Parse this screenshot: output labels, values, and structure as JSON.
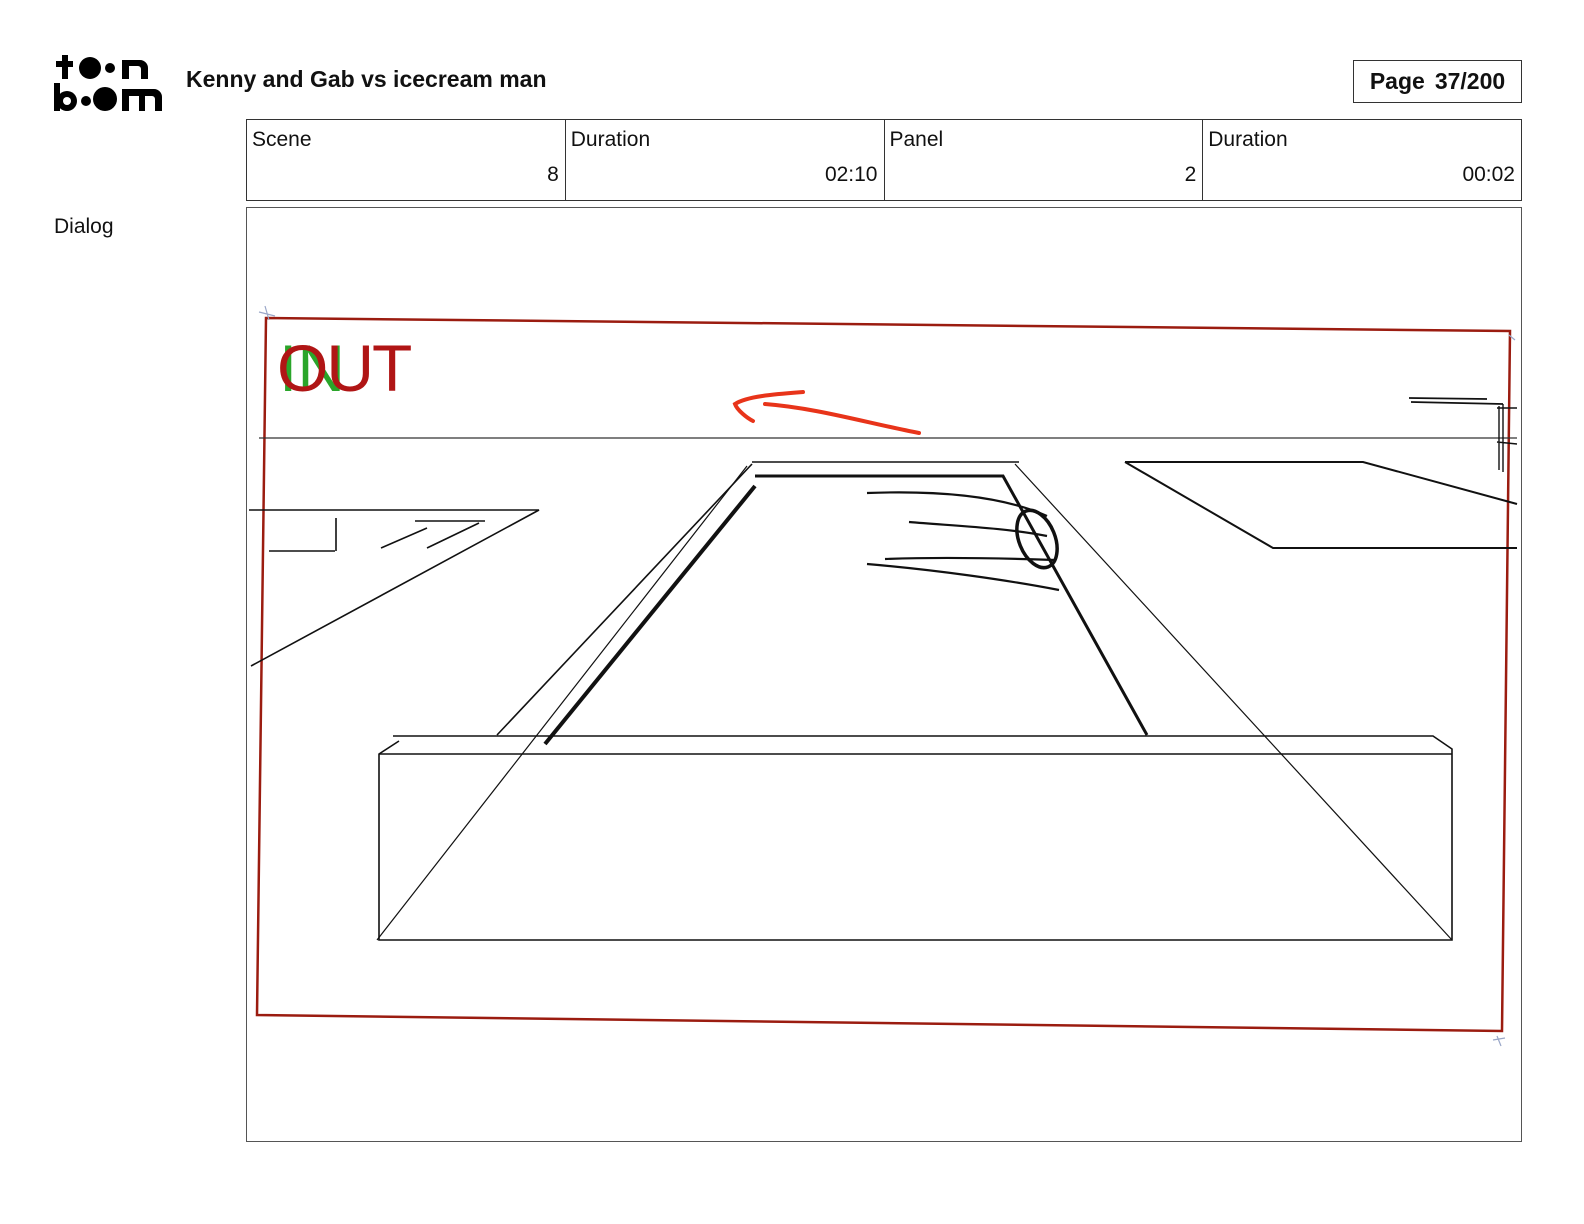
{
  "header": {
    "logo_text_top": "toon",
    "logo_text_bottom": "boom",
    "project_title": "Kenny and Gab vs icecream man",
    "page_label": "Page",
    "page_value": "37/200"
  },
  "info": {
    "scene_label": "Scene",
    "scene_value": "8",
    "scene_duration_label": "Duration",
    "scene_duration_value": "02:10",
    "panel_label": "Panel",
    "panel_value": "2",
    "panel_duration_label": "Duration",
    "panel_duration_value": "00:02"
  },
  "dialog": {
    "label": "Dialog"
  },
  "panel": {
    "marker_in": "IN",
    "marker_out": "OUT",
    "colors": {
      "frame": "#9b1c10",
      "arrow": "#e8341a",
      "in_marker": "#2aa52a",
      "out_marker": "#b01515",
      "sketch": "#111111"
    }
  }
}
